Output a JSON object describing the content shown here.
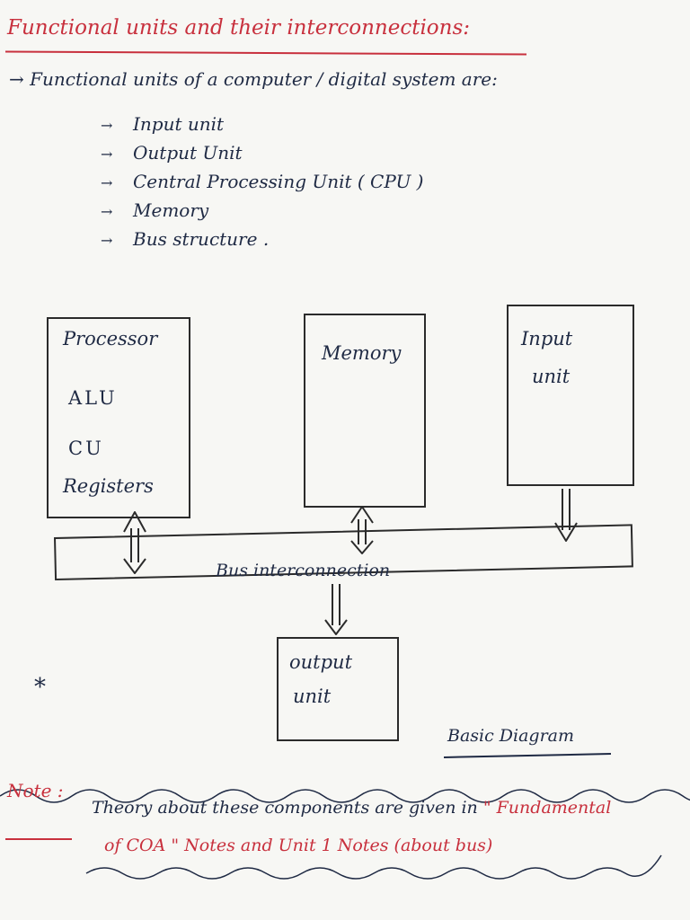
{
  "title": "Functional units and their interconnections:",
  "intro": "→ Functional units of a computer / digital system are:",
  "units_list": [
    "Input unit",
    "Output Unit",
    "Central Processing Unit ( CPU )",
    "Memory",
    "Bus structure ."
  ],
  "diagram": {
    "processor": {
      "title": "Processor",
      "alu": "ALU",
      "cu": "CU",
      "registers": "Registers"
    },
    "memory": "Memory",
    "input_unit": {
      "line1": "Input",
      "line2": "unit"
    },
    "bus": "Bus interconnection",
    "output_unit": {
      "line1": "output",
      "line2": "unit"
    },
    "caption": "Basic Diagram"
  },
  "note": {
    "label": "Note :",
    "line1_a": "Theory about these components are given in",
    "line1_b": "\" Fundamental",
    "line2": "of COA \" Notes and Unit 1 Notes (about bus)"
  }
}
